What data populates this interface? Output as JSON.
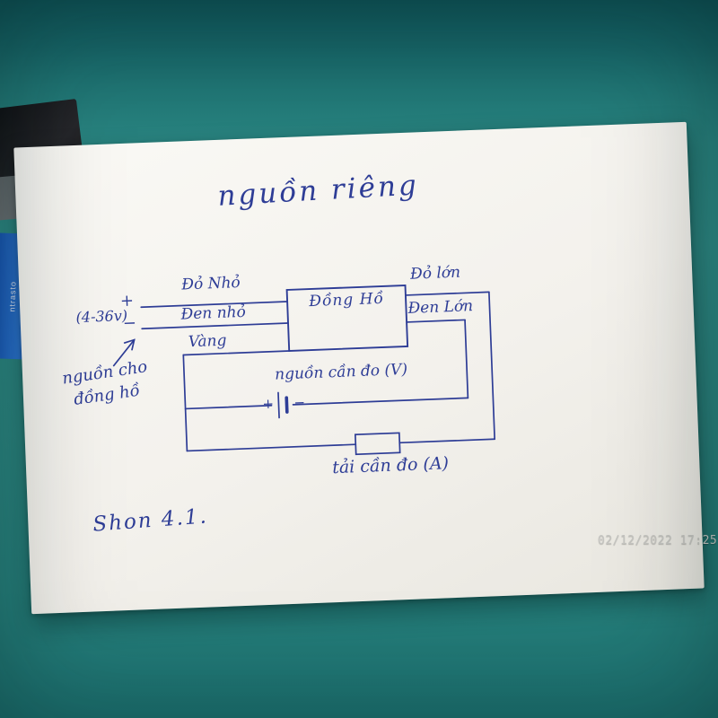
{
  "photo": {
    "timestamp": "02/12/2022 17:25"
  },
  "background": {
    "blue_box_text": "ntrasto"
  },
  "diagram": {
    "title": "nguồn riêng",
    "caption": "Shon 4.1.",
    "power_input": {
      "label": "(4-36v)",
      "plus": "+",
      "minus": "−"
    },
    "meter": {
      "label": "Đồng Hồ"
    },
    "wires": {
      "red_small": "Đỏ Nhỏ",
      "black_small": "Đen nhỏ",
      "red_large": "Đỏ lớn",
      "black_large": "Đen Lớn",
      "yellow": "Vàng"
    },
    "source": {
      "label": "nguồn cần đo (V)",
      "plus": "+",
      "minus": "−"
    },
    "load": {
      "label": "tải cần đo (A)"
    },
    "note": {
      "line1": "nguồn cho",
      "line2": "đồng hồ"
    }
  }
}
